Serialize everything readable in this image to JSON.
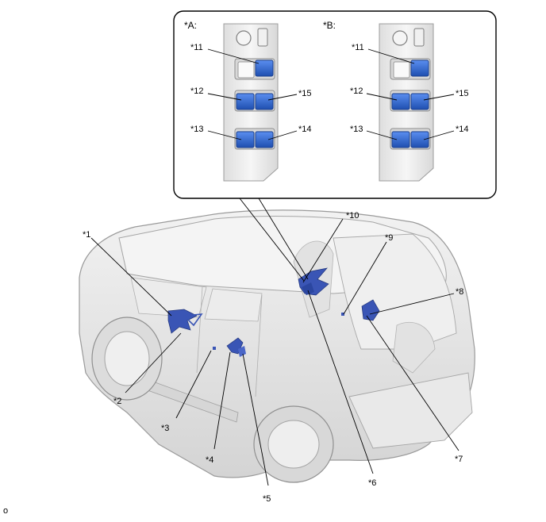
{
  "inset": {
    "variant_a_label": "*A:",
    "variant_b_label": "*B:",
    "variant_a_callouts": {
      "c11": "*11",
      "c12": "*12",
      "c13": "*13",
      "c14": "*14",
      "c15": "*15"
    },
    "variant_b_callouts": {
      "c11": "*11",
      "c12": "*12",
      "c13": "*13",
      "c14": "*14",
      "c15": "*15"
    }
  },
  "vehicle_callouts": {
    "c1": "*1",
    "c2": "*2",
    "c3": "*3",
    "c4": "*4",
    "c5": "*5",
    "c6": "*6",
    "c7": "*7",
    "c8": "*8",
    "c9": "*9",
    "c10": "*10"
  },
  "figure_id": "o",
  "colors": {
    "component": "#3a55b5",
    "switch_blue": "#2f6bd6",
    "car_body": "#e6e6e6",
    "car_outline": "#9a9a9a",
    "panel_bg": "#eeeeee"
  }
}
